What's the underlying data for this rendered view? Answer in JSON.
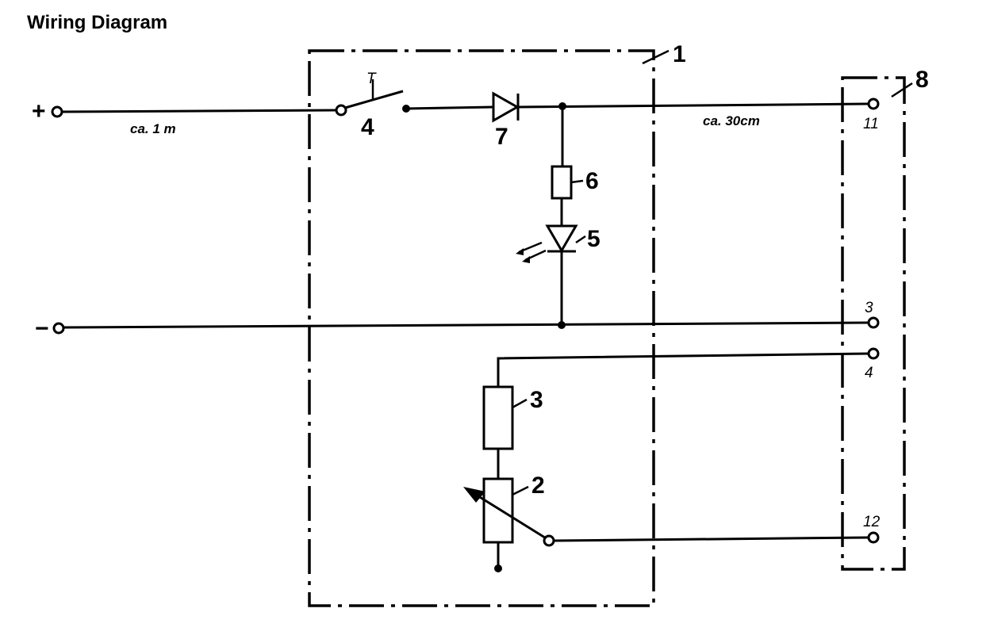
{
  "title": "Wiring Diagram",
  "terminals": {
    "plus": "+",
    "minus": "−"
  },
  "annotations": {
    "cable_long": "ca. 1 m",
    "cable_short": "ca. 30cm"
  },
  "component_labels": {
    "housing": "1",
    "potentiometer": "2",
    "resistor": "3",
    "switch": "4",
    "led": "5",
    "led_resistor": "6",
    "diode": "7",
    "connector": "8"
  },
  "switch_symbol": "T",
  "pins": {
    "p11": "11",
    "p3": "3",
    "p4": "4",
    "p12": "12"
  }
}
